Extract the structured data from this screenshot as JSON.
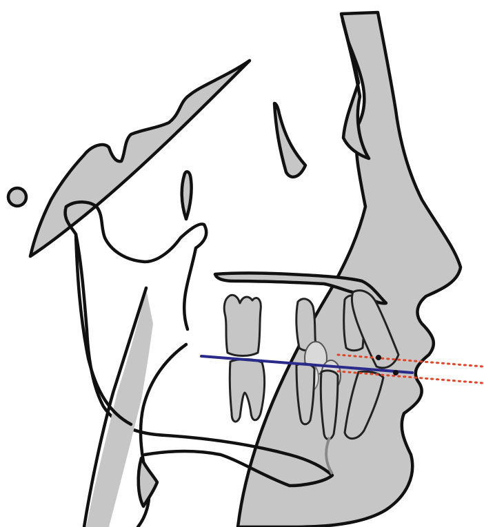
{
  "diagram": {
    "colors": {
      "background": "#ffffff",
      "shading": "#c6c6c6",
      "outline": "#111111",
      "occlusal_plane_line": "#2a2a8a",
      "reference_dotted_lines": "#e0442a"
    },
    "elements": [
      "cranial-base-outline",
      "orbit-outline",
      "nasal-bone-outline",
      "soft-tissue-profile",
      "mandible-outline",
      "maxilla-palate",
      "upper-molar",
      "lower-molar",
      "upper-premolars",
      "lower-premolars",
      "upper-incisor",
      "lower-incisor",
      "occlusal-plane-line",
      "upper-lip-dotted-line",
      "lower-lip-dotted-line",
      "porion-circle"
    ]
  }
}
